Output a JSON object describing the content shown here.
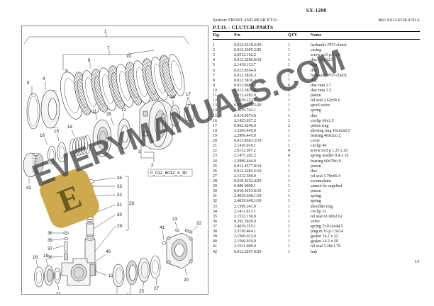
{
  "document": {
    "model": "SX-1200",
    "section_label": "Section: FRONT AND REAR P.T.O.",
    "ref_label": "Ref: 0.012.6318.4/30.A",
    "group_title": "P.T.O. - CLUTCH-PARTS",
    "page_number": "1/1"
  },
  "table": {
    "headers": {
      "fig": "Fig.",
      "pn": "P/n",
      "qty": "QTY",
      "name": "Name"
    },
    "rows": [
      {
        "fig": "1",
        "pn": "0.012.6318.4/30",
        "qty": "1",
        "name": "hydraulic PTO clutch"
      },
      {
        "fig": "2",
        "pn": "0.012.6305.3/20",
        "qty": "1",
        "name": "casing"
      },
      {
        "fig": "3",
        "pn": "2.0512.102.2",
        "qty": "1",
        "name": "screw m 6 p.1 x 8"
      },
      {
        "fig": "4",
        "pn": "0.012.6286.0/10",
        "qty": "1",
        "name": "disc mm 12.5"
      },
      {
        "fig": "5",
        "pn": "2.1419.113.7",
        "qty": "1",
        "name": "ring"
      },
      {
        "fig": "6",
        "pn": "0.013.8554.0",
        "qty": "1",
        "name": "disc"
      },
      {
        "fig": "7",
        "pn": "0.012.5836.3",
        "qty": "1",
        "name": "hydraulic PTO clutch"
      },
      {
        "fig": "8",
        "pn": "0.012.5836.2",
        "qty": "7",
        "name": "disc"
      },
      {
        "fig": "9",
        "pn": "0.013.8685.0",
        "qty": "6",
        "name": "disc mm 1.7"
      },
      {
        "fig": "10",
        "pn": "0.012.5835.0",
        "qty": "2",
        "name": "disc mm 1.5"
      },
      {
        "fig": "11",
        "pn": "0.012.6282.0",
        "qty": "1",
        "name": "piston"
      },
      {
        "fig": "12",
        "pn": "2.1539.221.0",
        "qty": "1",
        "name": "oil seal 2.62x56.6"
      },
      {
        "fig": "13",
        "pn": "0.012.6275.3/20",
        "qty": "1",
        "name": "spool valve"
      },
      {
        "fig": "14",
        "pn": "2.4019.742.1",
        "qty": "1",
        "name": "spring"
      },
      {
        "fig": "15",
        "pn": "0.014.0574.0",
        "qty": "1",
        "name": "disc"
      },
      {
        "fig": "16",
        "pn": "2.1425.037.2",
        "qty": "1",
        "name": "circlip 60x1.5"
      },
      {
        "fig": "17",
        "pn": "0.062.0246.0",
        "qty": "2",
        "name": "piston ring"
      },
      {
        "fig": "18",
        "pn": "1.3269.445.0",
        "qty": "1",
        "name": "slewing ring 43x62x0.5"
      },
      {
        "fig": "19",
        "pn": "2.2999.445.0",
        "qty": "1",
        "name": "bearing 40x62x12"
      },
      {
        "fig": "20",
        "pn": "0.013.4503.3/10",
        "qty": "1",
        "name": "cover"
      },
      {
        "fig": "21",
        "pn": "2.1410.016.1",
        "qty": "1",
        "name": "circlip 40"
      },
      {
        "fig": "22",
        "pn": "2.0112.207.2",
        "qty": "4",
        "name": "screw m 8 p 1.25 x 20"
      },
      {
        "fig": "23",
        "pn": "2.1475.202.2",
        "qty": "4",
        "name": "spring washer 8.4 x 16"
      },
      {
        "fig": "24",
        "pn": "2.2999.444.0",
        "qty": "1",
        "name": "bearing 60x78x10"
      },
      {
        "fig": "25",
        "pn": "0.013.4577.0/10",
        "qty": "1",
        "name": "piston"
      },
      {
        "fig": "26",
        "pn": "0.012.6283.2/10",
        "qty": "1",
        "name": "disc"
      },
      {
        "fig": "27",
        "pn": "2.1532.509.0",
        "qty": "1",
        "name": "oil seal 1.78x66.4"
      },
      {
        "fig": "28",
        "pn": "0.010.4252.4/20",
        "qty": "1",
        "name": "accumulator"
      },
      {
        "fig": "29",
        "pn": "0.000.0000.1",
        "qty": "1",
        "name": "cannot be supplied"
      },
      {
        "fig": "30",
        "pn": "0.010.4253.0/10",
        "qty": "1",
        "name": "piston"
      },
      {
        "fig": "31",
        "pn": "2.4019.648.1/10",
        "qty": "1",
        "name": "spring"
      },
      {
        "fig": "32",
        "pn": "2.4019.649.1/10",
        "qty": "1",
        "name": "spring"
      },
      {
        "fig": "33",
        "pn": "2.1599.241.0",
        "qty": "1",
        "name": "shoulder ring"
      },
      {
        "fig": "34",
        "pn": "2.1411.013.1",
        "qty": "1",
        "name": "circlip 32"
      },
      {
        "fig": "35",
        "pn": "2.1532.150.0",
        "qty": "1",
        "name": "oil seal 61.60x2.62"
      },
      {
        "fig": "36",
        "pn": "0.292.3920.0",
        "qty": "1",
        "name": "valve"
      },
      {
        "fig": "37",
        "pn": "2.4019.355.1",
        "qty": "1",
        "name": "spring 7x10.6x44.5"
      },
      {
        "fig": "38",
        "pn": "2.3110.404.1",
        "qty": "1",
        "name": "plug m 16 p.1.5x14"
      },
      {
        "fig": "39",
        "pn": "2.1560.012.0",
        "qty": "1",
        "name": "gasket 16.2 x 22"
      },
      {
        "fig": "40",
        "pn": "2.1560.010.0",
        "qty": "1",
        "name": "gasket 14.2 x 20"
      },
      {
        "fig": "41",
        "pn": "2.1531.009.0",
        "qty": "1",
        "name": "oil seal 5.28x1.78"
      },
      {
        "fig": "42",
        "pn": "0.012.6297.0/20",
        "qty": "1",
        "name": "hub"
      }
    ]
  },
  "diagram": {
    "drawing_code": "0_012_6012_4_30",
    "callouts": [
      "1",
      "2",
      "3",
      "4",
      "5",
      "6",
      "7",
      "8",
      "9",
      "10",
      "11",
      "12",
      "13",
      "14",
      "15",
      "16",
      "17",
      "18",
      "19",
      "20",
      "21",
      "22",
      "23",
      "24",
      "25",
      "26",
      "27",
      "29",
      "30",
      "31",
      "32",
      "33",
      "34",
      "35",
      "36",
      "37",
      "38",
      "39",
      "40",
      "41",
      "42"
    ]
  },
  "watermark": {
    "text": "EVERYMANUALS.COM",
    "badge_letter": "E",
    "badge_color": "#cfa94f"
  }
}
